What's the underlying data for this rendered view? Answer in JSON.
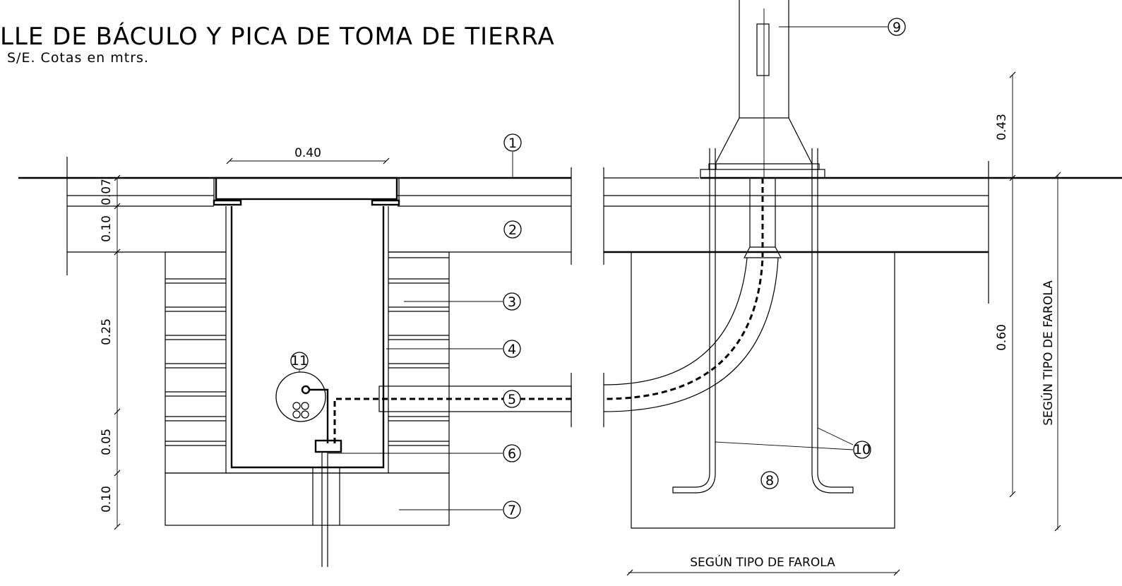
{
  "title": "LLE DE BÁCULO Y PICA DE TOMA DE TIERRA",
  "subtitle": "S/E. Cotas en mtrs.",
  "left_section": {
    "width_dim": "0.40",
    "vertical_dims": [
      "0.07",
      "0.10",
      "0.25",
      "0.05",
      "0.10"
    ]
  },
  "right_section": {
    "vertical_dims": [
      "0.43",
      "0.60"
    ],
    "vertical_note": "SEGÚN TIPO DE FAROLA",
    "bottom_note": "SEGÚN TIPO DE FAROLA"
  },
  "callouts": [
    "1",
    "2",
    "3",
    "4",
    "5",
    "6",
    "7",
    "8",
    "9",
    "10",
    "11"
  ]
}
